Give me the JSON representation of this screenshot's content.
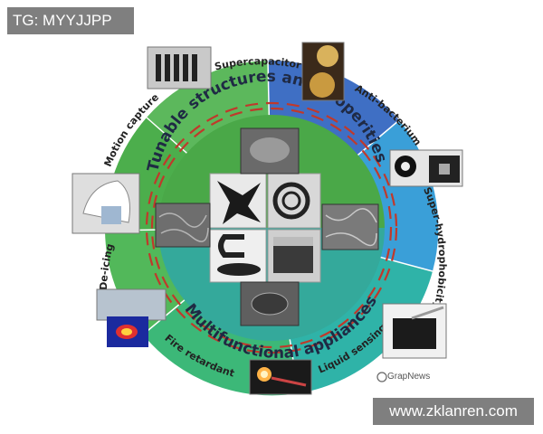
{
  "watermark_top_left": "TG: MYYJJPP",
  "watermark_bottom_right": "www.zklanren.com",
  "source_badge": "GrapNews",
  "ring_labels": {
    "supercapacitor": "Supercapacitor",
    "anti_bacterium": "Anti-bacterium",
    "super_hydrophobicity": "Super-hydrophobicity",
    "liquid_sensing": "Liquid sensing",
    "fire_retardant": "Fire retardant",
    "de_icing": "De-icing",
    "motion_capture": "Motion capture"
  },
  "inner_text": {
    "top": "Tunable structures and properities",
    "bottom": "Multifunctional appliances"
  },
  "colors": {
    "green_dark": "#4cae4c",
    "green": "#5cb85c",
    "blue": "#3f6fc4",
    "cyan_blue": "#3a9fd8",
    "teal": "#2fb3a8",
    "teal_green": "#3cb878",
    "dash_red": "#c0392b"
  }
}
